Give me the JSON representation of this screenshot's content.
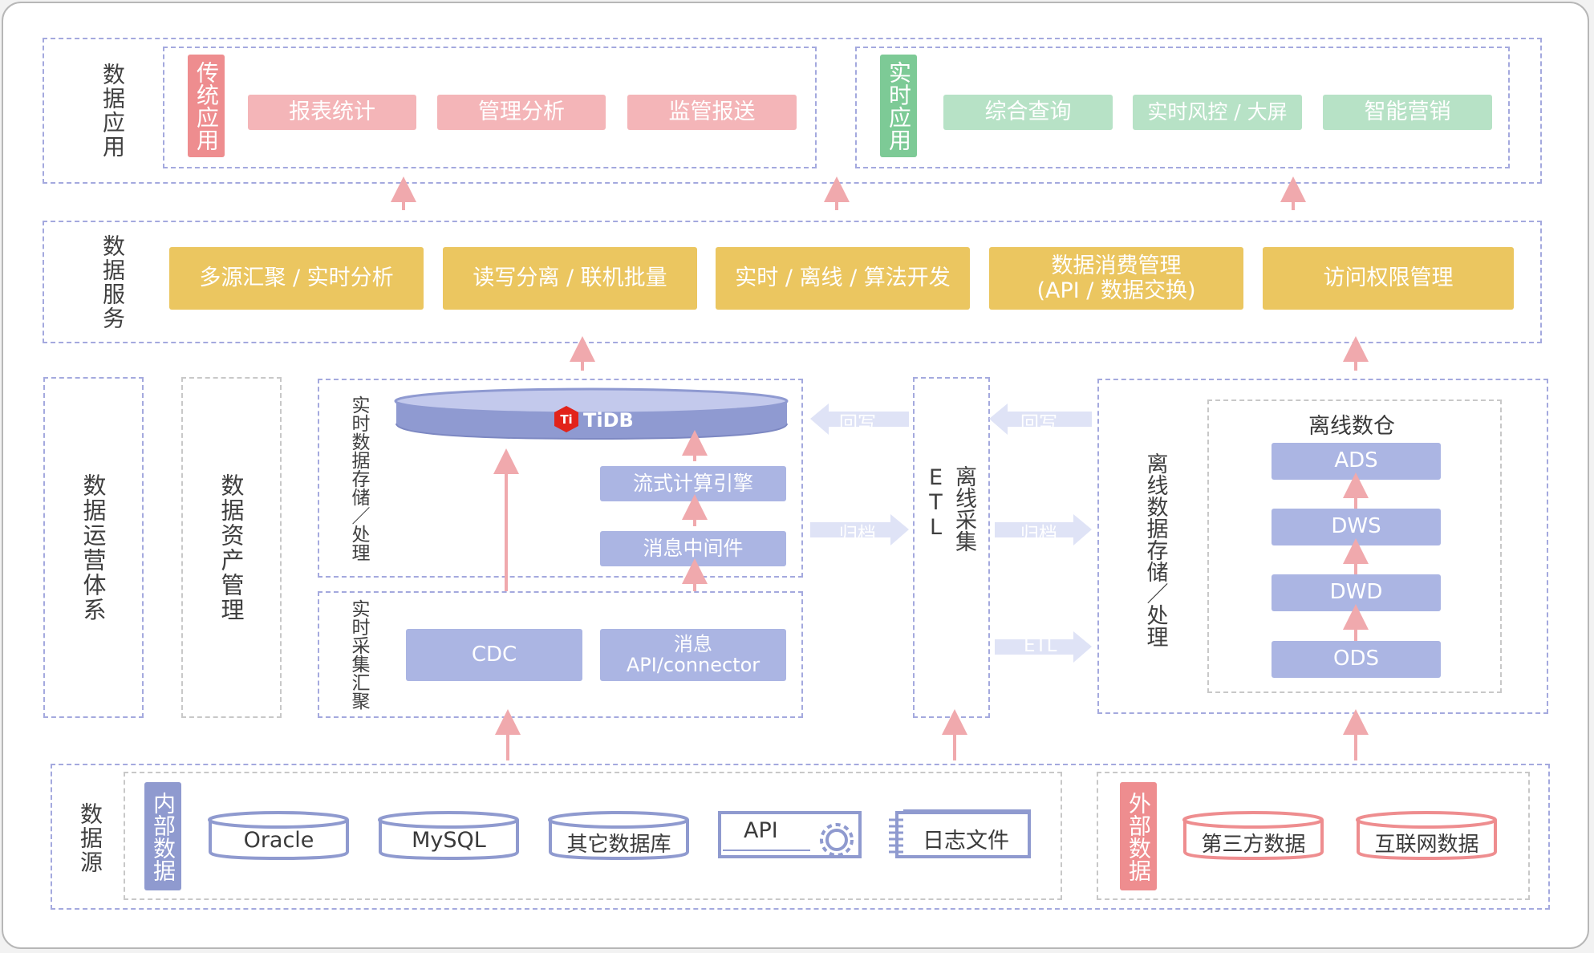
{
  "layers": {
    "apps": "数据应用",
    "services": "数据服务",
    "ops": "数据运营体系",
    "assets": "数据资产管理",
    "sources": "数据源"
  },
  "apps": {
    "traditional_tag": "传统应用",
    "traditional": [
      "报表统计",
      "管理分析",
      "监管报送"
    ],
    "realtime_tag": "实时应用",
    "realtime": [
      "综合查询",
      "实时风控 / 大屏",
      "智能营销"
    ]
  },
  "services": {
    "items": [
      "多源汇聚 / 实时分析",
      "读写分离 / 联机批量",
      "实时 / 离线 / 算法开发",
      "数据消费管理\n(API / 数据交换)",
      "访问权限管理"
    ]
  },
  "realtime_storage": {
    "label": "实时数据存储／处理",
    "tidb": "TiDB",
    "stream": "流式计算引擎",
    "mq": "消息中间件"
  },
  "realtime_collect": {
    "label": "实时采集汇聚",
    "cdc": "CDC",
    "msg_api": "消息\nAPI/connector"
  },
  "etl": {
    "label": "离线采集 ETL",
    "writeback": "回写",
    "archive": "归档",
    "etl": "ETL"
  },
  "offline": {
    "label": "离线数据存储／处理",
    "warehouse_title": "离线数仓",
    "layers": [
      "ADS",
      "DWS",
      "DWD",
      "ODS"
    ]
  },
  "sources": {
    "internal_tag": "内部数据",
    "internal": [
      "Oracle",
      "MySQL",
      "其它数据库",
      "API",
      "日志文件"
    ],
    "external_tag": "外部数据",
    "external": [
      "第三方数据",
      "互联网数据"
    ]
  },
  "colors": {
    "pink": "#f4b5b8",
    "green": "#b7e2c6",
    "yellow": "#ebc660",
    "blue": "#abb5e3",
    "dashed": "#a4a9de",
    "arrow": "#f0a9ad",
    "tidb_red": "#e2231a"
  }
}
